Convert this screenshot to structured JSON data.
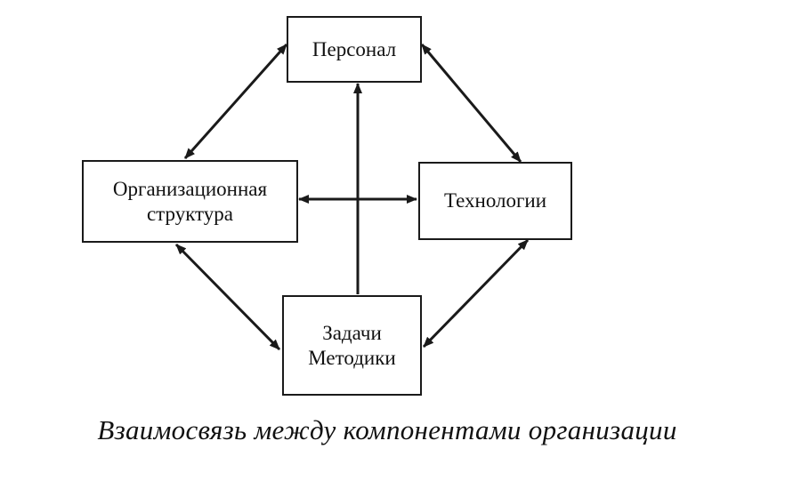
{
  "diagram": {
    "nodes": {
      "personnel": {
        "label": "Персонал"
      },
      "org_structure": {
        "lines": [
          "Организационная",
          "структура"
        ]
      },
      "technologies": {
        "label": "Технологии"
      },
      "tasks_methods": {
        "lines": [
          "Задачи",
          "Методики"
        ]
      }
    },
    "edges": [
      {
        "from": "personnel",
        "to": "org_structure",
        "style": "bidirectional"
      },
      {
        "from": "personnel",
        "to": "technologies",
        "style": "bidirectional"
      },
      {
        "from": "org_structure",
        "to": "tasks_methods",
        "style": "bidirectional"
      },
      {
        "from": "technologies",
        "to": "tasks_methods",
        "style": "bidirectional"
      },
      {
        "from": "org_structure",
        "to": "technologies",
        "style": "bidirectional"
      },
      {
        "from": "tasks_methods",
        "to": "personnel",
        "style": "directed"
      }
    ],
    "caption": "Взаимосвязь между компонентами организации"
  },
  "colors": {
    "ink": "#1a1a1a",
    "background": "#ffffff"
  }
}
